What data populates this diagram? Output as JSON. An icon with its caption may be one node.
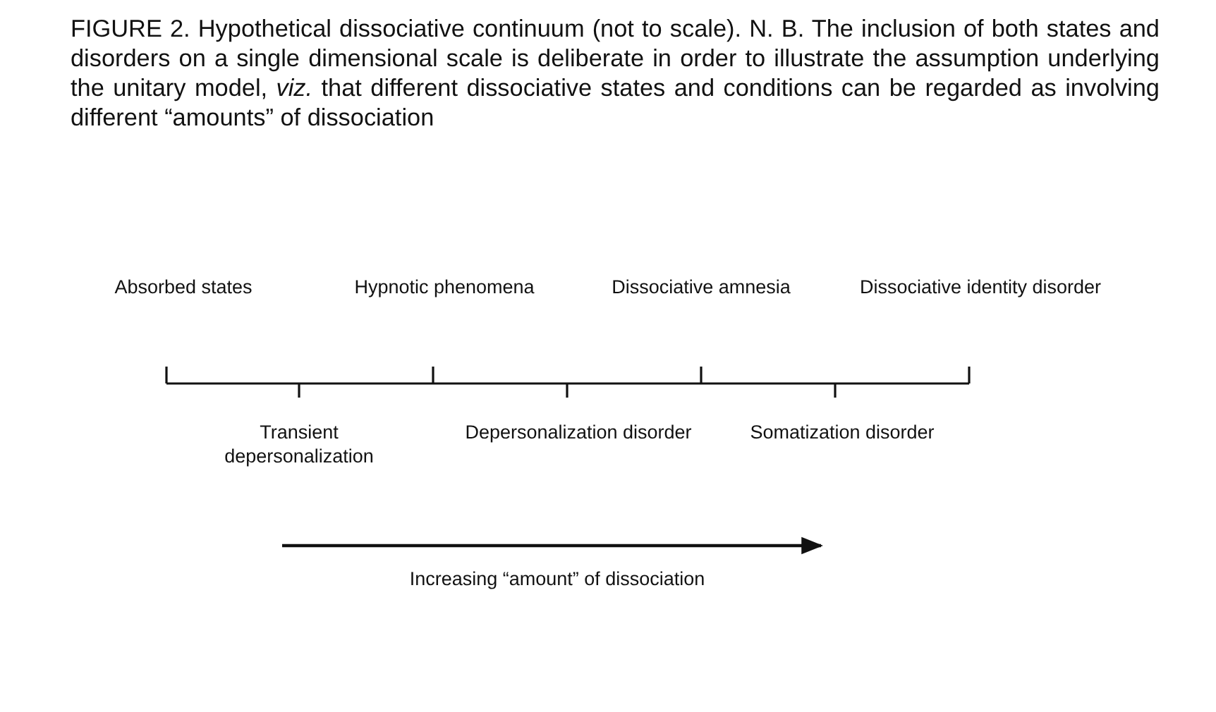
{
  "diagram": {
    "caption": "FIGURE 2. Hypothetical dissociative continuum (not to scale). N. B. The inclusion of both states and disorders on a single dimensional scale is deliberate in order to illustrate the assumption underlying the unitary model, *viz.* that different dissociative states and conditions can be regarded as involving different “amounts” of dissociation",
    "labels": [
      "Absorbed states",
      "Hypnotic phenomena",
      "Dissociative amnesia",
      "Dissociative identity disorder",
      "Transient depersonalization",
      "Depersonalization disorder",
      "Somatization disorder",
      "Increasing “amount” of dissociation"
    ]
  }
}
